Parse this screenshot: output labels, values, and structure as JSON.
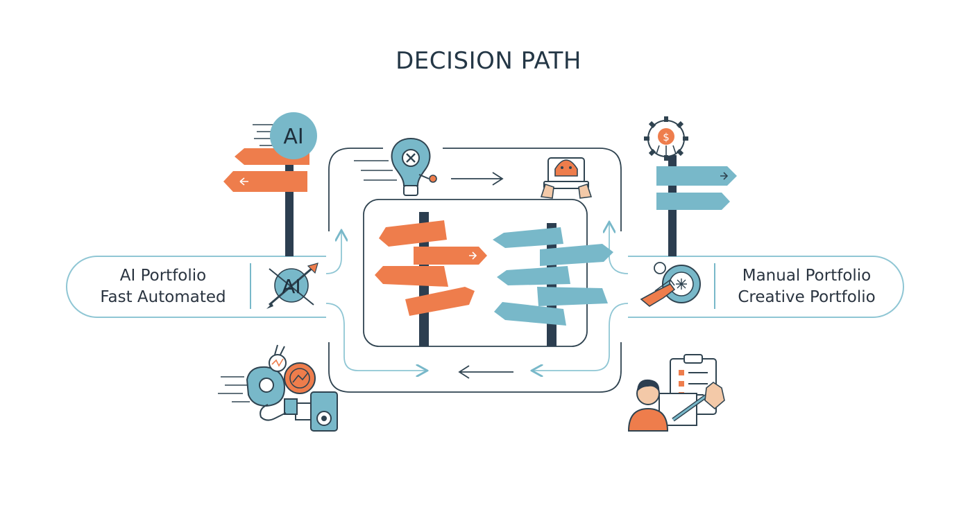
{
  "title": "DECISION PATH",
  "left_option": {
    "line1": "AI Portfolio",
    "line2": "Fast Automated",
    "badge": "AI",
    "icon": "ai-strike-icon"
  },
  "right_option": {
    "line1": "Manual Portfolio",
    "line2": "Creative Portfolio",
    "icon": "hand-dial-icon"
  },
  "top_left_badge": "AI",
  "colors": {
    "orange": "#ee7d4c",
    "blue": "#78b8c9",
    "navy": "#2c3e50",
    "outline": "#2f4350"
  }
}
